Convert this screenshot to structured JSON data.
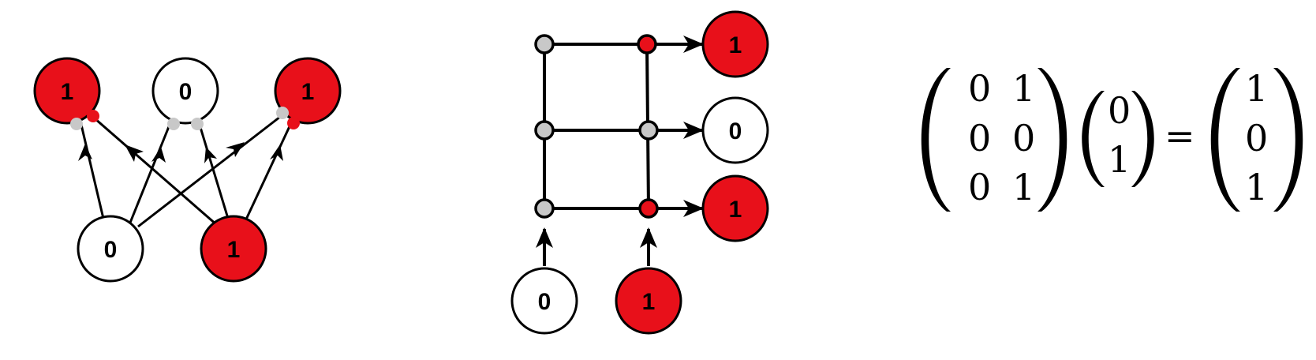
{
  "colors": {
    "active": "#e8101a",
    "inactive": "#ffffff",
    "junction_off": "#c8c8c8",
    "stroke": "#000000"
  },
  "network": {
    "inputs": [
      {
        "value": "0",
        "state": "off"
      },
      {
        "value": "1",
        "state": "on"
      }
    ],
    "outputs": [
      {
        "value": "1",
        "state": "on"
      },
      {
        "value": "0",
        "state": "off"
      },
      {
        "value": "1",
        "state": "on"
      }
    ]
  },
  "crossbar": {
    "inputs": [
      {
        "value": "0",
        "state": "off"
      },
      {
        "value": "1",
        "state": "on"
      }
    ],
    "outputs": [
      {
        "value": "1",
        "state": "on"
      },
      {
        "value": "0",
        "state": "off"
      },
      {
        "value": "1",
        "state": "on"
      }
    ]
  },
  "equation": {
    "matrix": [
      [
        "0",
        "1"
      ],
      [
        "0",
        "0"
      ],
      [
        "0",
        "1"
      ]
    ],
    "input_vector": [
      "0",
      "1"
    ],
    "equals": "=",
    "result_vector": [
      "1",
      "0",
      "1"
    ]
  }
}
